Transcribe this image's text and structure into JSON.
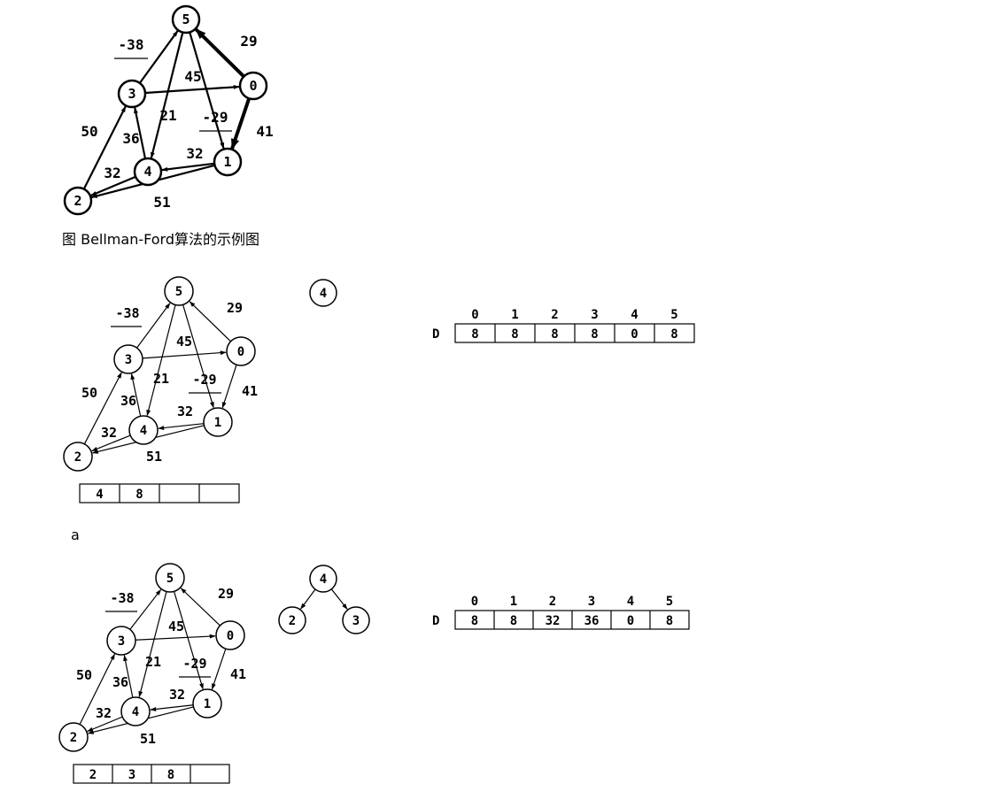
{
  "caption": "图 Bellman-Ford算法的示例图",
  "figure_a_label": "a",
  "graph": {
    "nodes": [
      "0",
      "1",
      "2",
      "3",
      "4",
      "5"
    ],
    "edges": [
      {
        "from": "0",
        "to": "5",
        "weight": "29"
      },
      {
        "from": "0",
        "to": "1",
        "weight": "41"
      },
      {
        "from": "3",
        "to": "5",
        "weight": "-38"
      },
      {
        "from": "3",
        "to": "0",
        "weight": "45"
      },
      {
        "from": "5",
        "to": "4",
        "weight": "21"
      },
      {
        "from": "5",
        "to": "1",
        "weight": "-29"
      },
      {
        "from": "4",
        "to": "3",
        "weight": "36"
      },
      {
        "from": "2",
        "to": "3",
        "weight": "50"
      },
      {
        "from": "1",
        "to": "4",
        "weight": "32"
      },
      {
        "from": "4",
        "to": "2",
        "weight": "32"
      },
      {
        "from": "1",
        "to": "2",
        "weight": "51"
      }
    ]
  },
  "step_a": {
    "tree_nodes": [
      "4"
    ],
    "queue": [
      "4",
      "8",
      "",
      ""
    ],
    "d_label": "D",
    "d_headers": [
      "0",
      "1",
      "2",
      "3",
      "4",
      "5"
    ],
    "d_values": [
      "8",
      "8",
      "8",
      "8",
      "0",
      "8"
    ]
  },
  "step_b": {
    "tree_nodes": [
      "4",
      "2",
      "3"
    ],
    "queue": [
      "2",
      "3",
      "8",
      ""
    ],
    "d_label": "D",
    "d_headers": [
      "0",
      "1",
      "2",
      "3",
      "4",
      "5"
    ],
    "d_values": [
      "8",
      "8",
      "32",
      "36",
      "0",
      "8"
    ]
  }
}
